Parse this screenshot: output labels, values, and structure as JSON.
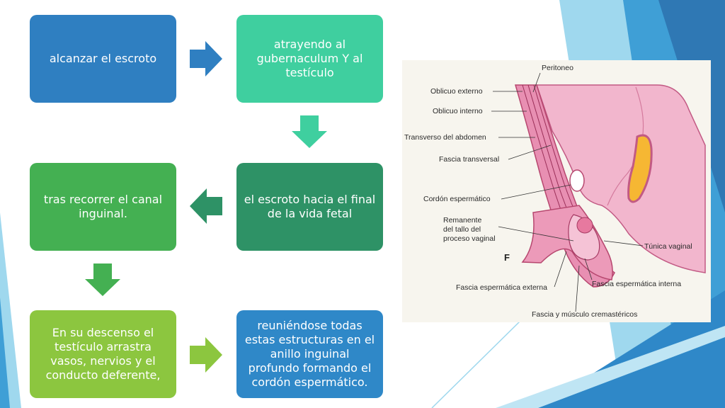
{
  "flow": {
    "boxes": [
      {
        "text": "alcanzar el escroto",
        "color": "#2f7fc1"
      },
      {
        "text": "atrayendo al gubernaculum Y al testículo",
        "color": "#3fcf9f"
      },
      {
        "text": "tras recorrer el canal inguinal.",
        "color": "#44b052"
      },
      {
        "text": "el escroto hacia el final de la vida fetal",
        "color": "#2e9266"
      },
      {
        "text": "En su descenso el testículo arrastra vasos, nervios y el conducto deferente,",
        "color": "#8cc63f"
      },
      {
        "text": "reuniéndose todas estas estructuras en el anillo inguinal profundo formando el cordón espermático.",
        "color": "#2f88c8"
      }
    ]
  },
  "figure": {
    "panel_letter": "F",
    "labels": [
      "Peritoneo",
      "Oblicuo externo",
      "Oblicuo interno",
      "Transverso del abdomen",
      "Fascia transversal",
      "Cordón espermático",
      "Remanente",
      "del tallo del",
      "proceso vaginal",
      "Túnica vaginal",
      "Fascia espermática externa",
      "Fascia espermática interna",
      "Fascia y músculo cremastéricos"
    ]
  }
}
